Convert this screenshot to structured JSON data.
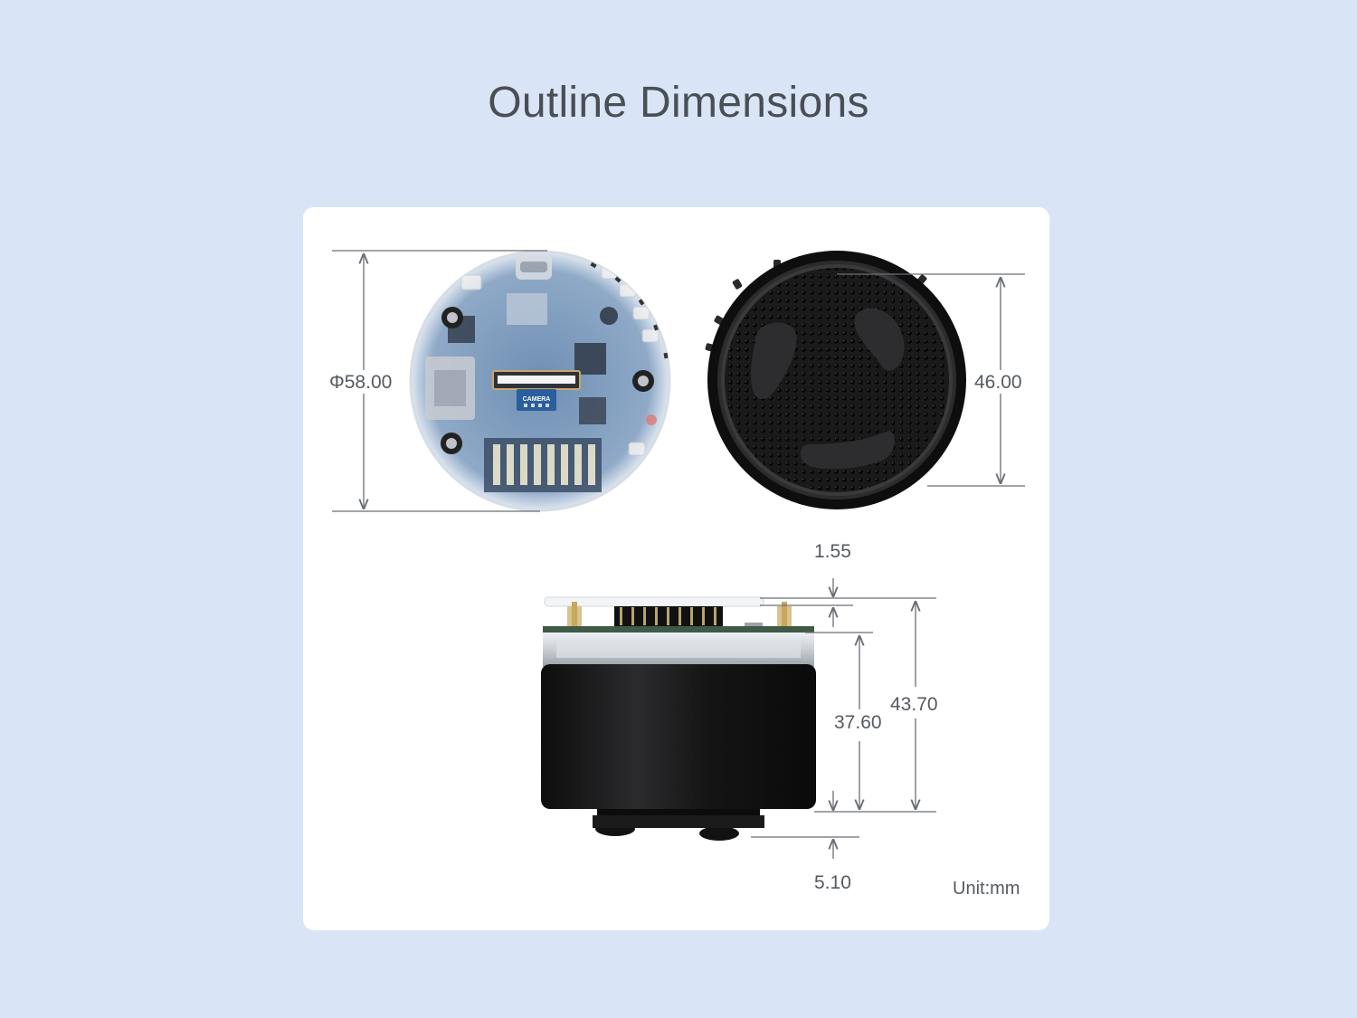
{
  "title": "Outline Dimensions",
  "dimensions": {
    "diameter": "Φ58.00",
    "speaker_height": "46.00",
    "top_gap": "1.55",
    "body_height": "37.60",
    "total_height": "43.70",
    "bottom_feet": "5.10"
  },
  "unit": "Unit:mm",
  "pcb_label": "CAMERA"
}
